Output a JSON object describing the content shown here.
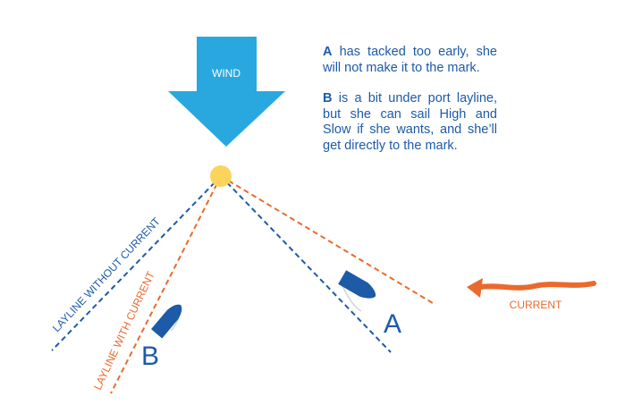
{
  "wind": {
    "label": "WIND"
  },
  "current": {
    "label": "CURRENT"
  },
  "laylines": {
    "without_current": "LAYLINE WITHOUT CURRENT",
    "with_current": "LAYLINE WITH CURRENT"
  },
  "boats": {
    "a": "A",
    "b": "B"
  },
  "notes": {
    "a_letter": "A",
    "a_text": " has tacked too early, she will not make it to the mark.",
    "b_letter": "B",
    "b_text": " is a bit under port layline, but she can sail High and Slow if she wants, and she’ll get directly to the mark."
  },
  "colors": {
    "wind_arrow": "#29a8df",
    "mark": "#fcd45c",
    "navy": "#1d5aa8",
    "orange": "#ea6a2e"
  }
}
